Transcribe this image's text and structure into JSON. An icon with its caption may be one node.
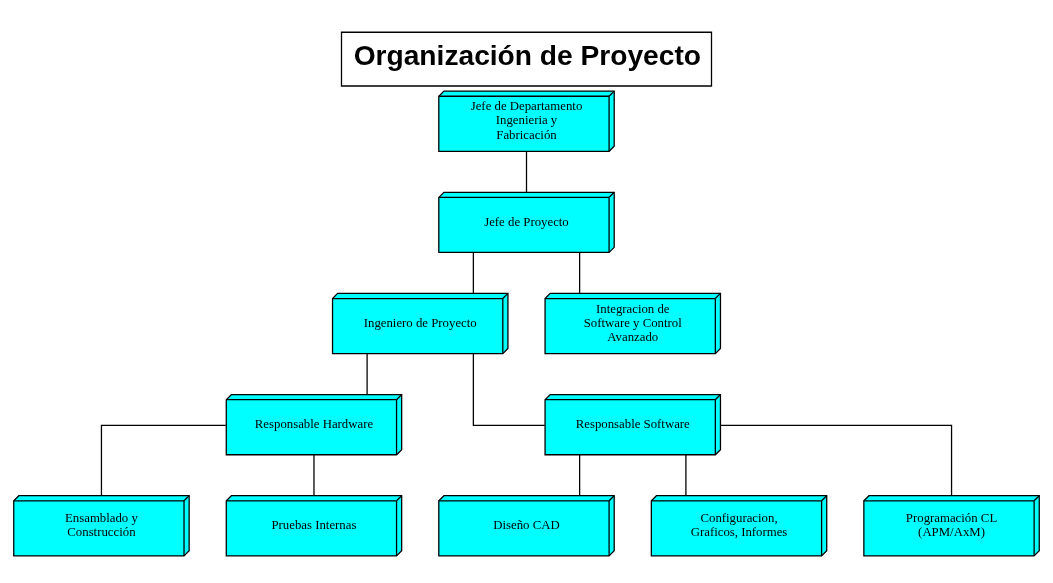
{
  "diagram": {
    "title": "Organización de Proyecto",
    "nodes": [
      {
        "text": [
          "Jefe de Departamento Ingenieria y Fabricación"
        ]
      },
      {
        "text": [
          "Jefe de Proyecto"
        ]
      },
      {
        "text": [
          "Ingeniero de Proyecto"
        ]
      },
      {
        "text": [
          "Integracion de Software y Control Avanzado"
        ]
      },
      {
        "text": [
          "Responsable Hardware"
        ]
      },
      {
        "text": [
          "Responsable Software"
        ]
      },
      {
        "text": [
          "Ensamblado y Construcción"
        ]
      },
      {
        "text": [
          "Pruebas Internas"
        ]
      },
      {
        "text": [
          "Diseño CAD"
        ]
      },
      {
        "text": [
          "Configuracion, Graficos, Informes"
        ]
      },
      {
        "text": [
          "Programación CL (APM/AxM)"
        ]
      }
    ],
    "edges": [
      {
        "from": 0,
        "to": 1,
        "arrow": "none"
      },
      {
        "from": 1,
        "to": 2,
        "arrow": "none"
      },
      {
        "from": 1,
        "to": 3,
        "arrow": "none"
      },
      {
        "from": 2,
        "to": 4,
        "arrow": "none"
      },
      {
        "from": 2,
        "to": 5,
        "arrow": "none"
      },
      {
        "from": 4,
        "to": 6,
        "arrow": "none"
      },
      {
        "from": 4,
        "to": 7,
        "arrow": "none"
      },
      {
        "from": 5,
        "to": 8,
        "arrow": "none"
      },
      {
        "from": 5,
        "to": 9,
        "arrow": "none"
      },
      {
        "from": 5,
        "to": 10,
        "arrow": "none"
      }
    ]
  }
}
